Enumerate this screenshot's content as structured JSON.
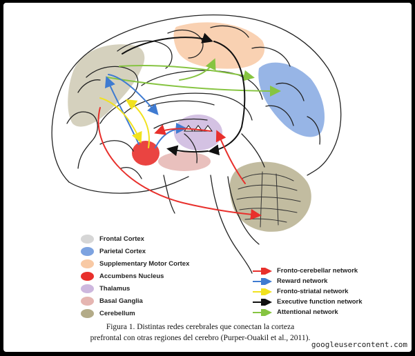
{
  "regions": {
    "frontal_cortex": {
      "label": "Frontal Cortex",
      "color": "#d6d6d6"
    },
    "parietal_cortex": {
      "label": "Parietal Cortex",
      "color": "#7da3e0"
    },
    "supplementary_motor_cortex": {
      "label": "Supplementary Motor Cortex",
      "color": "#f8c9a4"
    },
    "accumbens_nucleus": {
      "label": "Accumbens Nucleus",
      "color": "#e8302c"
    },
    "thalamus": {
      "label": "Thalamus",
      "color": "#cdb7de"
    },
    "basal_ganglia": {
      "label": "Basal Ganglia",
      "color": "#e5b5b1"
    },
    "cerebellum": {
      "label": "Cerebellum",
      "color": "#b3ab88"
    }
  },
  "networks": {
    "fronto_cerebellar": {
      "label": "Fronto-cerebellar network",
      "color": "#e8302c"
    },
    "reward": {
      "label": "Reward network",
      "color": "#3f7bd1"
    },
    "fronto_striatal": {
      "label": "Fronto-striatal network",
      "color": "#f1e21f"
    },
    "executive_function": {
      "label": "Executive function network",
      "color": "#111111"
    },
    "attentional": {
      "label": "Attentional network",
      "color": "#86c441"
    }
  },
  "caption": {
    "line1": "Figura 1. Distintas redes cerebrales que conectan la corteza",
    "line2": "prefrontal con otras regiones del cerebro (Purper-Ouakil et al., 2011)."
  },
  "watermark": "googleusercontent.com"
}
